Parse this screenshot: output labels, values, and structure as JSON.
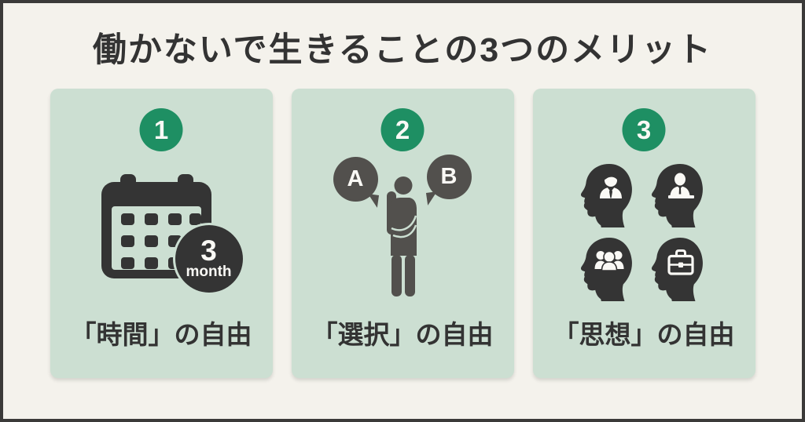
{
  "title": "働かないで生きることの3つのメリット",
  "colors": {
    "background": "#f4f2ec",
    "frame_border": "#3b3a39",
    "card_background": "#ccdfd2",
    "accent_green": "#1e8f63",
    "dark": "#343434",
    "mid_gray": "#52504d",
    "text_dark": "#333333",
    "white": "#faf9f5"
  },
  "cards": [
    {
      "number": "1",
      "label": "「時間」の自由",
      "icon": "calendar-icon",
      "badge_value": "3",
      "badge_unit": "month"
    },
    {
      "number": "2",
      "label": "「選択」の自由",
      "icon": "thinking-person-icon",
      "option_a": "A",
      "option_b": "B"
    },
    {
      "number": "3",
      "label": "「思想」の自由",
      "icon": "thought-heads-icon",
      "head_icons": [
        "businessman-icon",
        "desk-worker-icon",
        "people-group-icon",
        "briefcase-icon"
      ]
    }
  ]
}
